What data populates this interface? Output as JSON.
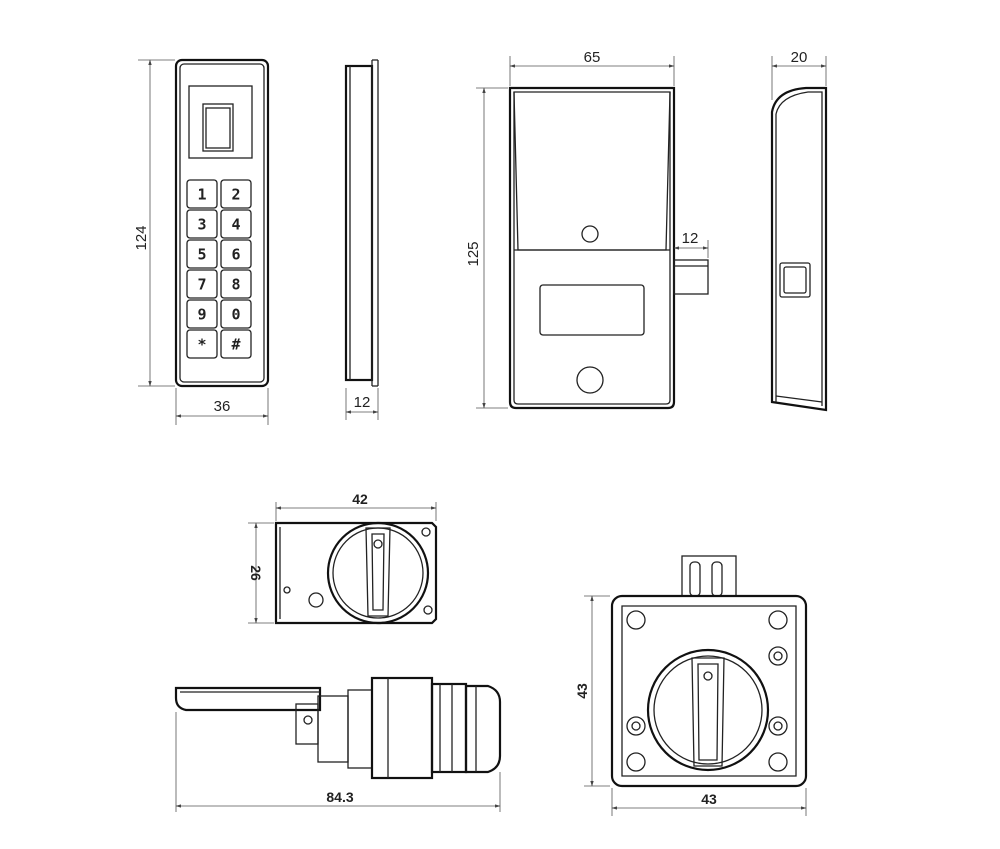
{
  "dimensions": {
    "keypad_height": "124",
    "keypad_width": "36",
    "keypad_depth": "12",
    "lock_width": "65",
    "lock_height": "125",
    "lock_depth": "20",
    "bolt_length": "12",
    "cam_plate_width": "42",
    "cam_plate_height": "26",
    "cylinder_length": "84.3",
    "square_plate_height": "43",
    "square_plate_width": "43"
  },
  "keypad": {
    "keys": [
      [
        "1",
        "2"
      ],
      [
        "3",
        "4"
      ],
      [
        "5",
        "6"
      ],
      [
        "7",
        "8"
      ],
      [
        "9",
        "0"
      ],
      [
        "*",
        "#"
      ]
    ]
  },
  "colors": {
    "line": "#222222",
    "background": "#ffffff"
  }
}
